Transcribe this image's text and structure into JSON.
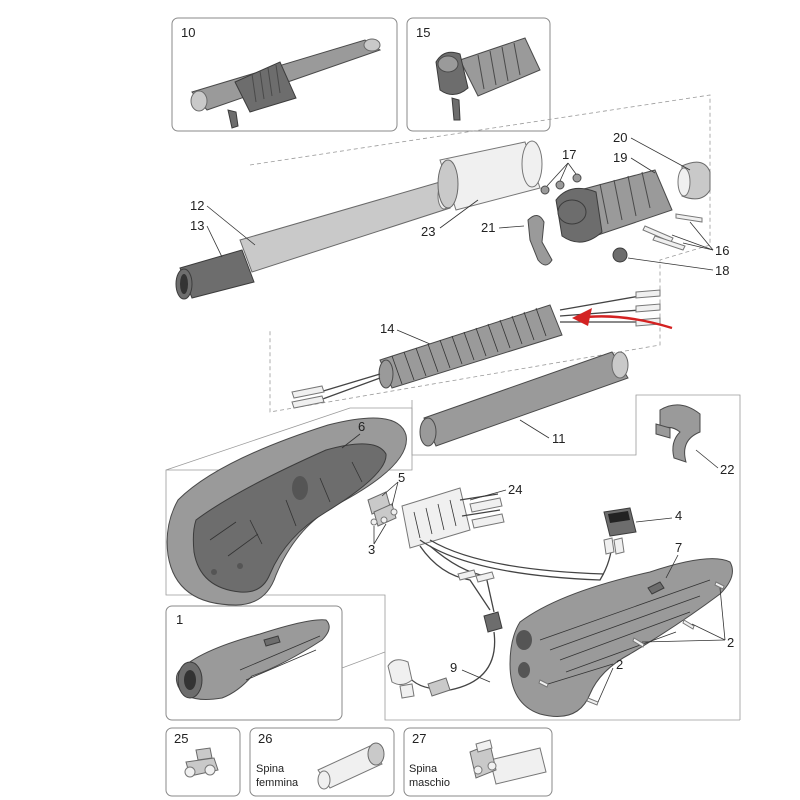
{
  "labels": {
    "p1": "1",
    "p2a": "2",
    "p2b": "2",
    "p3": "3",
    "p4": "4",
    "p5": "5",
    "p6": "6",
    "p7": "7",
    "p9": "9",
    "p10": "10",
    "p11": "11",
    "p12": "12",
    "p13": "13",
    "p14": "14",
    "p15": "15",
    "p16": "16",
    "p17": "17",
    "p18": "18",
    "p19": "19",
    "p20": "20",
    "p21": "21",
    "p22": "22",
    "p23": "23",
    "p24": "24",
    "p25": "25",
    "p26": "26",
    "p27": "27"
  },
  "captions": {
    "c26_line1": "Spina",
    "c26_line2": "femmina",
    "c27_line1": "Spina",
    "c27_line2": "maschio"
  },
  "colors": {
    "arrow": "#d32222"
  }
}
